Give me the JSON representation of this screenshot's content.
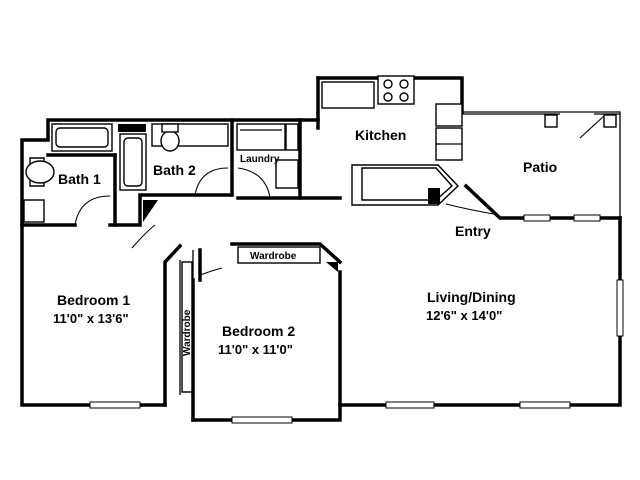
{
  "rooms": {
    "bath1": {
      "name": "Bath 1"
    },
    "bath2": {
      "name": "Bath 2"
    },
    "laundry": {
      "name": "Laundry"
    },
    "kitchen": {
      "name": "Kitchen"
    },
    "patio": {
      "name": "Patio"
    },
    "entry": {
      "name": "Entry"
    },
    "bedroom1": {
      "name": "Bedroom 1",
      "dims": "11'0\" x 13'6\""
    },
    "bedroom2": {
      "name": "Bedroom 2",
      "dims": "11'0\" x 11'0\""
    },
    "living": {
      "name": "Living/Dining",
      "dims": "12'6\" x 14'0\""
    }
  },
  "closets": {
    "wardrobe_top": "Wardrobe",
    "wardrobe_side": "Wardrobe"
  }
}
